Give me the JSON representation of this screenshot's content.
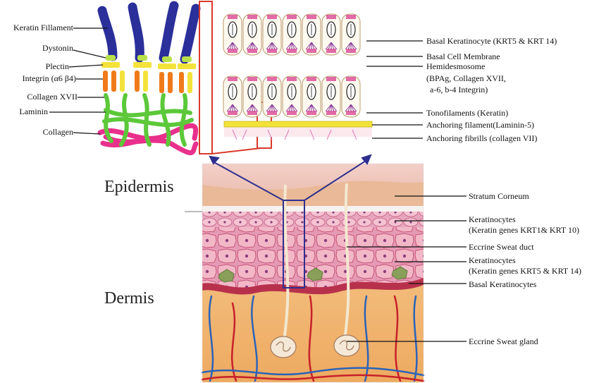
{
  "left_labels": {
    "keratin_filament": "Keratin Fillament",
    "dystonin": "Dystonin",
    "plectin": "Plectin",
    "integrin": "Integrin (α6 β4)",
    "collagen_xvii": "Collagen XVII",
    "laminin": "Laminin",
    "collagen": "Collagen"
  },
  "right_top_labels": {
    "basal_keratinocyte": "Basal Keratinocyte (KRT5 & KRT 14)",
    "basal_cell_membrane": "Basal Cell Membrane",
    "hemidesmosome": "Hemidesmosome",
    "hemidesmosome_detail_1": "(BPAg, Collagen XVII,",
    "hemidesmosome_detail_2": "a-6, b-4 Integrin)",
    "tonofilaments": "Tonofilaments (Keratin)",
    "anchoring_filament": "Anchoring filament(Laminin-5)",
    "anchoring_fibrils": "Anchoring fibrills (collagen VII)"
  },
  "skin_labels": {
    "stratum_corneum": "Stratum Corneum",
    "keratinocytes_1": "Keratinocytes",
    "keratinocytes_1_genes": "(Keratin genes KRT1&  KRT 10)",
    "eccrine_sweat_duct": "Eccrine Sweat duct",
    "keratinocytes_2": "Keratinocytes",
    "keratinocytes_2_genes": "(Keratin genes KRT5 &  KRT 14)",
    "basal_keratinocytes": "Basal Keratinocytes",
    "eccrine_sweat_gland": "Eccrine Sweat gland"
  },
  "layer_labels": {
    "epidermis": "Epidermis",
    "dermis": "Dermis"
  },
  "colors": {
    "keratin": "#2b2f9a",
    "dystonin": "#b8e04a",
    "plectin": "#f2e23a",
    "integrin": "#f07a1a",
    "laminin": "#5cc83a",
    "collagen": "#e8308c",
    "frame_red": "#d93a2a",
    "arrow_blue": "#2f2f8f",
    "skin_pink": "#e9b4c2",
    "dermis_tan": "#f2b774"
  }
}
